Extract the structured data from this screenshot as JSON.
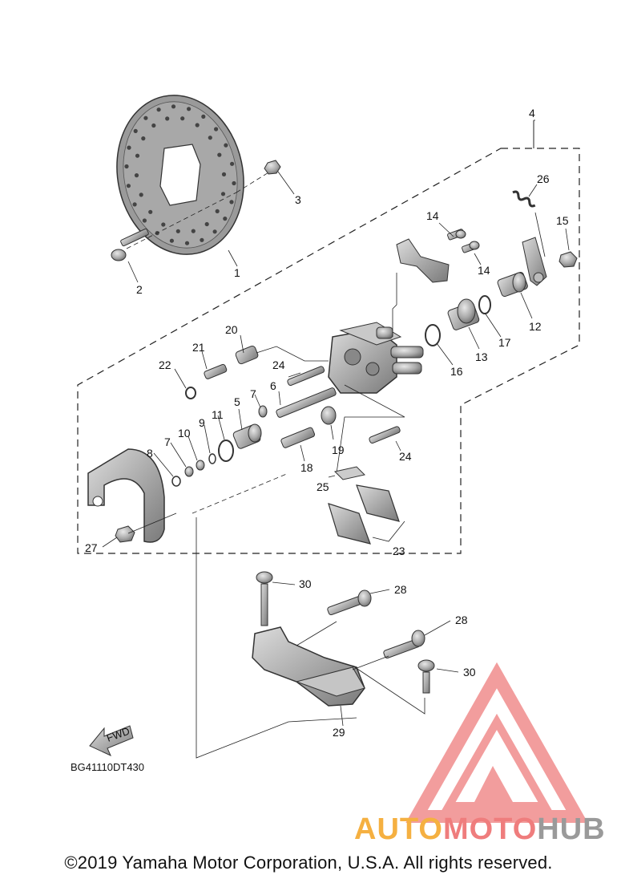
{
  "diagram": {
    "callouts": [
      "1",
      "2",
      "3",
      "4",
      "5",
      "6",
      "7",
      "7",
      "8",
      "9",
      "10",
      "11",
      "12",
      "13",
      "14",
      "14",
      "15",
      "16",
      "17",
      "18",
      "19",
      "20",
      "21",
      "22",
      "23",
      "24",
      "24",
      "25",
      "26",
      "27",
      "28",
      "28",
      "29",
      "30",
      "30"
    ],
    "fwd_label": "FWD",
    "drawing_code": "BG41110DT430"
  },
  "watermark": {
    "part1": "AUTO",
    "part2": "MOTO",
    "part3": "HUB",
    "colors": {
      "orange": "#f5b041",
      "red": "#ef7d7d",
      "gray": "#9a9a9a"
    }
  },
  "footer": {
    "copyright": "©2019 Yamaha Motor Corporation, U.S.A. All rights reserved."
  }
}
